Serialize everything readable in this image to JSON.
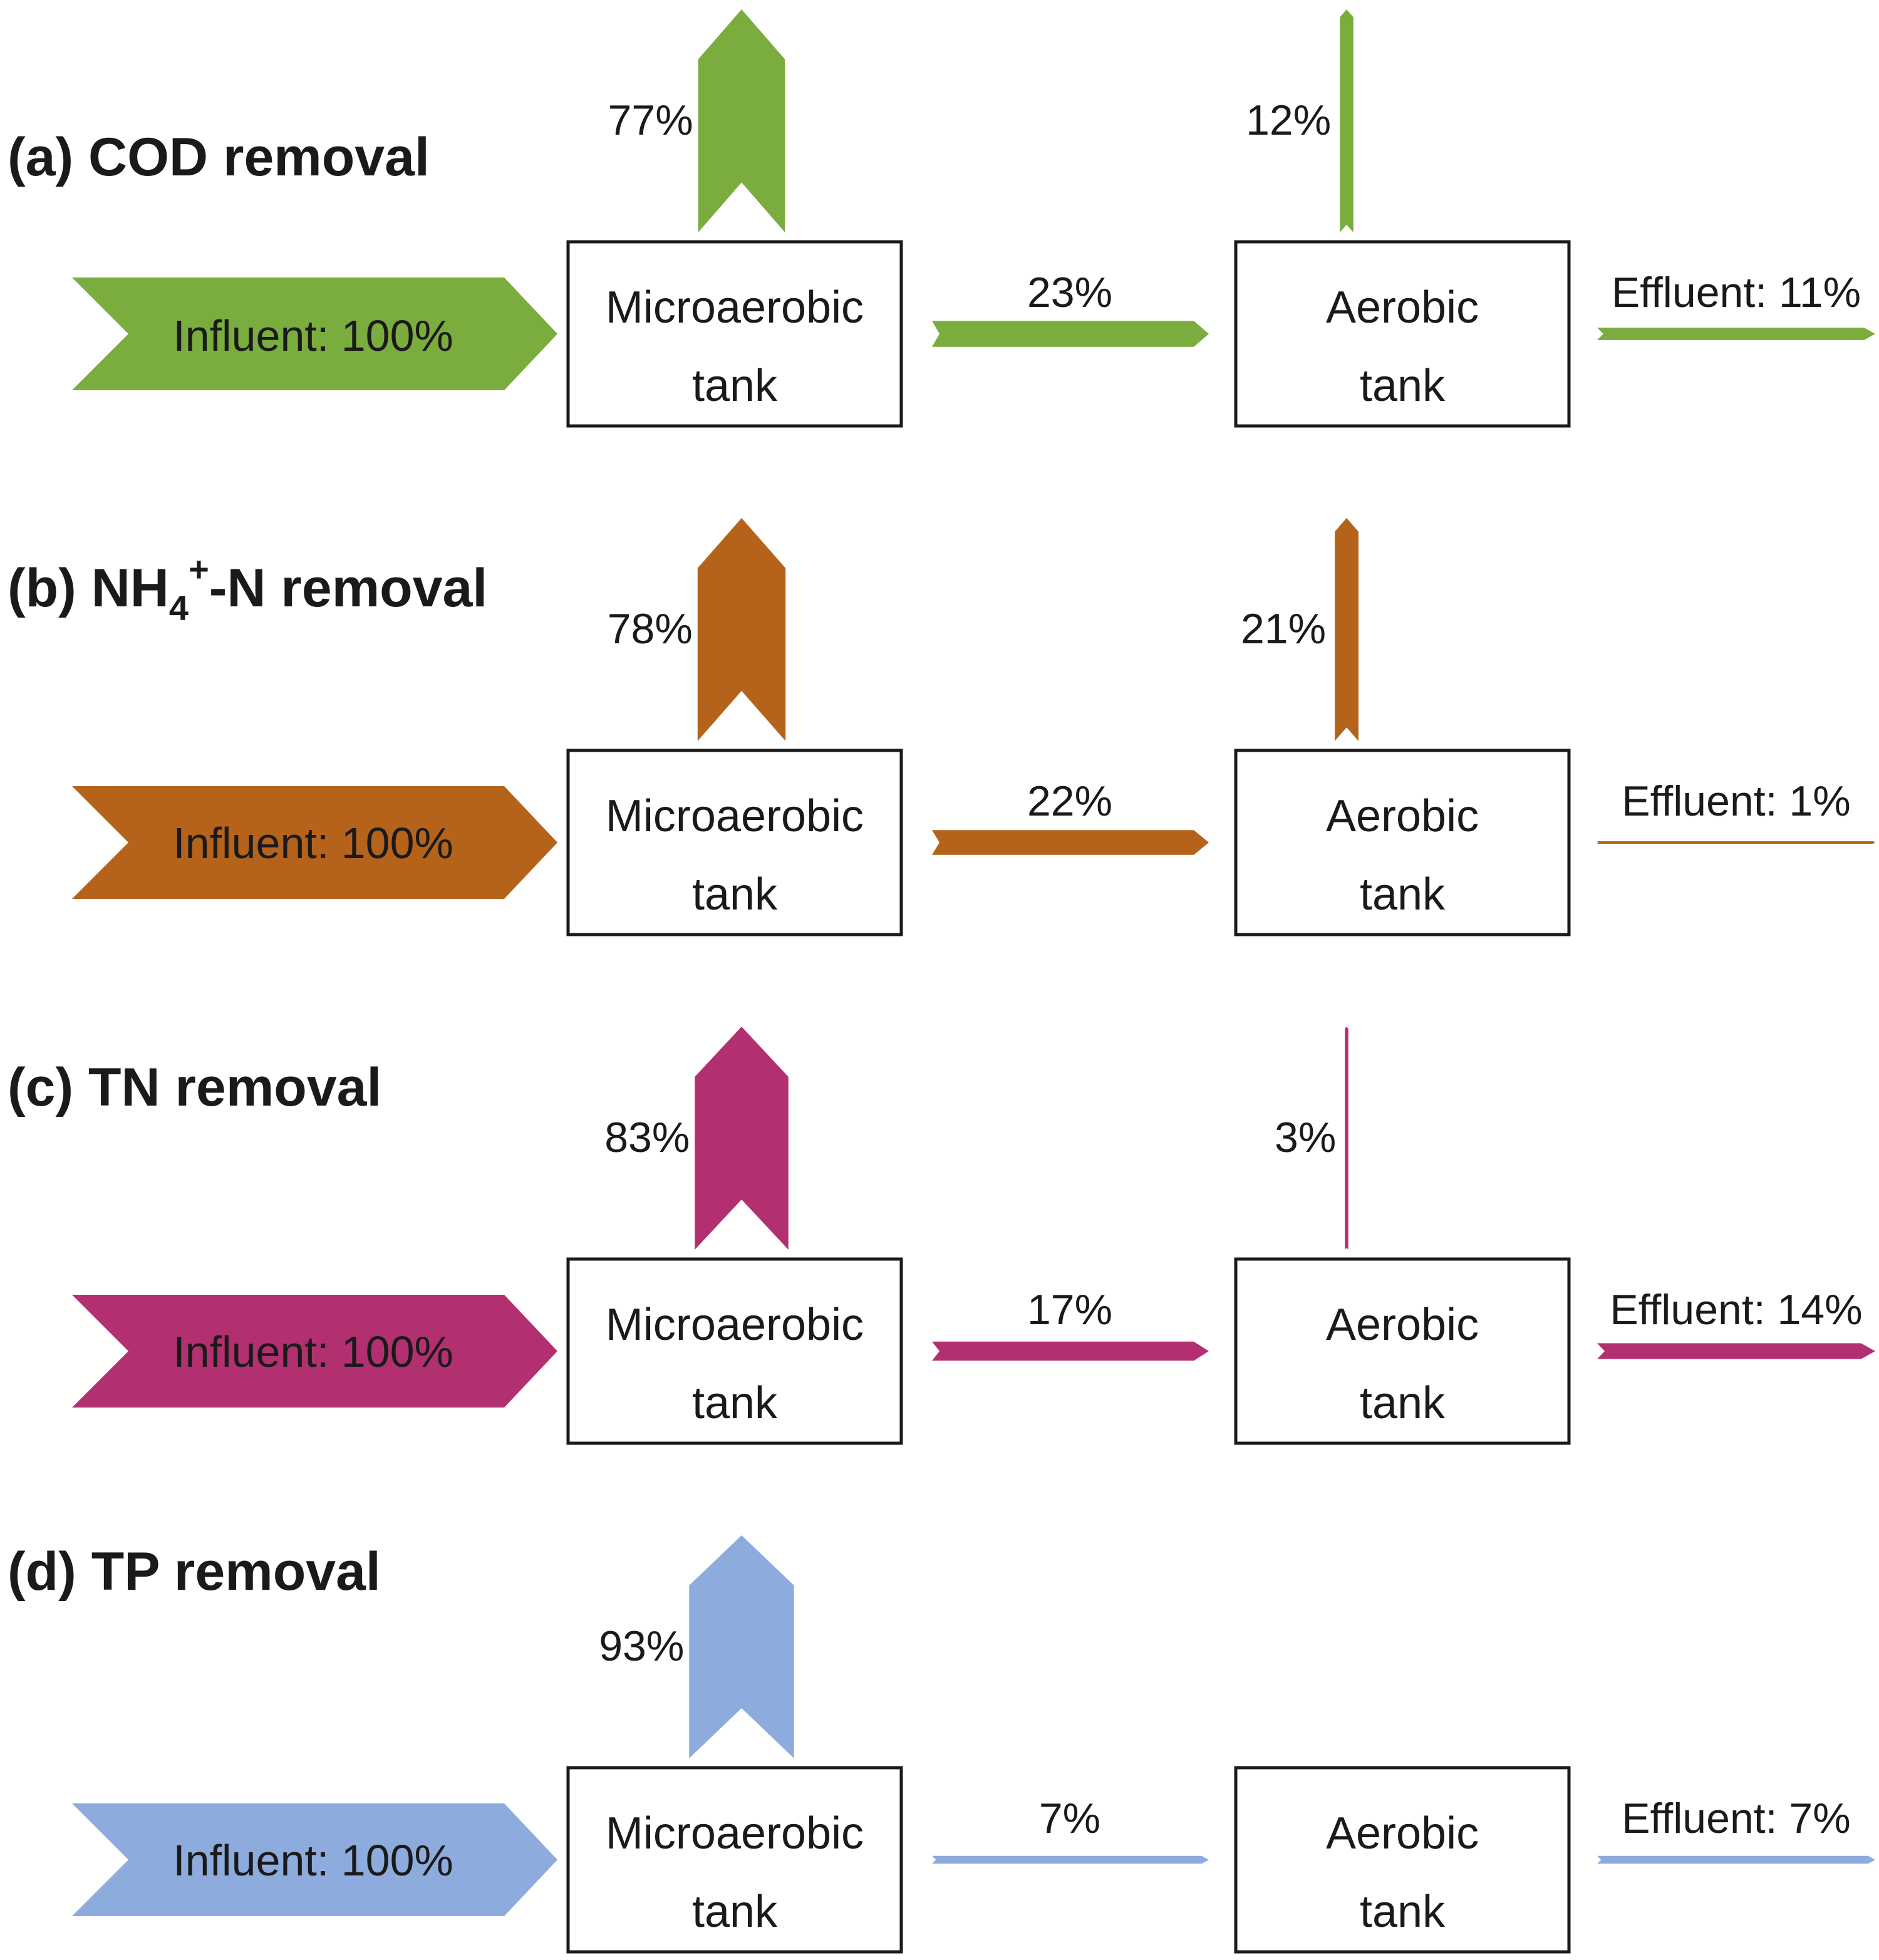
{
  "colors": {
    "cod": "#7aac3e",
    "nh4": "#b5631a",
    "tn": "#b33070",
    "tp": "#8eabde"
  },
  "tank_labels": {
    "micro_line1": "Microaerobic",
    "micro_line2": "tank",
    "aerobic_line1": "Aerobic",
    "aerobic_line2": "tank"
  },
  "panels": [
    {
      "id": "cod",
      "title": "(a) COD removal",
      "influent": "Influent: 100%",
      "micro_removal_label": "77%",
      "micro_removal_value": 77,
      "transfer_label": "23%",
      "transfer_value": 23,
      "aerobic_removal_label": "12%",
      "aerobic_removal_value": 12,
      "effluent_label": "Effluent: 11%",
      "effluent_value": 11
    },
    {
      "id": "nh4",
      "title_pre": "(b) NH",
      "title_sub": "4",
      "title_sup": "+",
      "title_post": "-N removal",
      "influent": "Influent: 100%",
      "micro_removal_label": "78%",
      "micro_removal_value": 78,
      "transfer_label": "22%",
      "transfer_value": 22,
      "aerobic_removal_label": "21%",
      "aerobic_removal_value": 21,
      "effluent_label": "Effluent: 1%",
      "effluent_value": 1
    },
    {
      "id": "tn",
      "title": "(c) TN removal",
      "influent": "Influent: 100%",
      "micro_removal_label": "83%",
      "micro_removal_value": 83,
      "transfer_label": "17%",
      "transfer_value": 17,
      "aerobic_removal_label": "3%",
      "aerobic_removal_value": 3,
      "effluent_label": "Effluent: 14%",
      "effluent_value": 14
    },
    {
      "id": "tp",
      "title": "(d) TP removal",
      "influent": "Influent: 100%",
      "micro_removal_label": "93%",
      "micro_removal_value": 93,
      "transfer_label": "7%",
      "transfer_value": 7,
      "aerobic_removal_label": "",
      "aerobic_removal_value": 0,
      "effluent_label": "Effluent: 7%",
      "effluent_value": 7
    }
  ]
}
